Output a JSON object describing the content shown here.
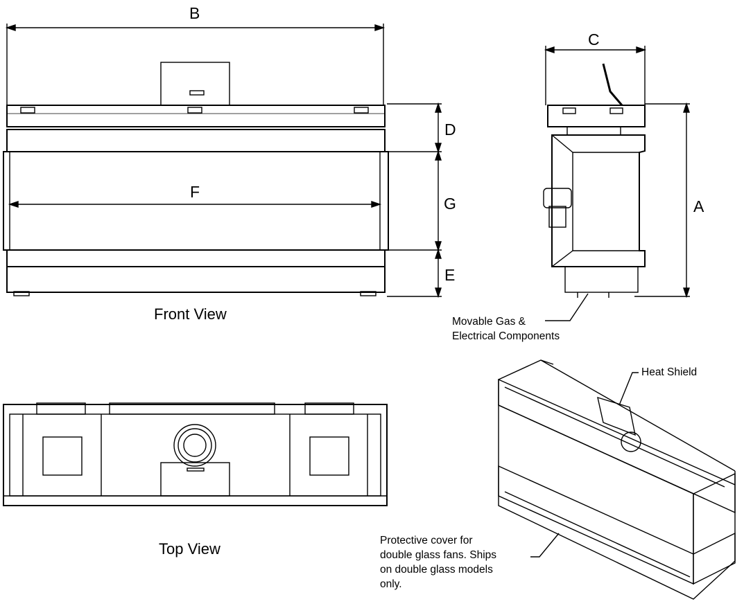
{
  "dimensions": {
    "a": "A",
    "b": "B",
    "c": "C",
    "d": "D",
    "e": "E",
    "f": "F",
    "g": "G"
  },
  "views": {
    "front": "Front View",
    "top": "Top View"
  },
  "callouts": {
    "gas_line1": "Movable Gas &",
    "gas_line2": "Electrical Components",
    "heat_shield": "Heat Shield",
    "cover_line1": "Protective cover for",
    "cover_line2": "double glass fans. Ships",
    "cover_line3": "on double glass models",
    "cover_line4": "only."
  },
  "colors": {
    "line": "#000000",
    "background": "#ffffff"
  }
}
